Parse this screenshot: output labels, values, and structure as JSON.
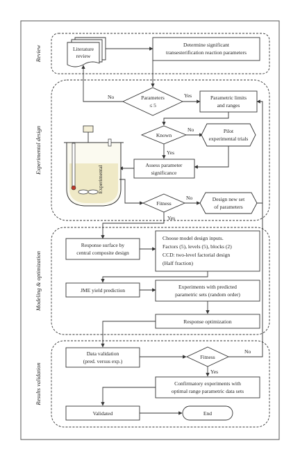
{
  "stages": {
    "review": "Review",
    "experimental_design": "Experimental design",
    "modeling": "Modeling & optimization",
    "validation": "Results validation"
  },
  "nodes": {
    "literature_line1": "Literature",
    "literature_line2": "review",
    "determine_line1": "Determine significant",
    "determine_line2": "transesterification reaction parameters",
    "params_line1": "Parameters",
    "params_line2": "≤ 5",
    "limits_line1": "Parametric limits",
    "limits_line2": "and ranges",
    "known": "Known",
    "pilot_line1": "Pilot",
    "pilot_line2": "experimental trials",
    "assess_line1": "Assess parameter",
    "assess_line2": "significance",
    "experimental": "Experimental",
    "fitness1": "Fitness",
    "new_set_line1": "Design new set",
    "new_set_line2": "of parameters",
    "response_surface_line1": "Response surface by",
    "response_surface_line2": "central composite design",
    "model_inputs_line1": "Choose model design inputs.",
    "model_inputs_line2": "Factors (5), levels (5), blocks (2)",
    "model_inputs_line3": "CCD: two-level factorial design",
    "model_inputs_line4": "(Half fraction)",
    "jme": "JME yield prediction",
    "experiments_line1": "Experiments with predicted",
    "experiments_line2": "parametric sets (random order)",
    "optimization": "Response optimization",
    "data_validation_line1": "Data validation",
    "data_validation_line2": "(pred. versus exp.)",
    "fitness2": "Fitness",
    "confirmatory_line1": "Confirmatory experiments with",
    "confirmatory_line2": "optimal range parametric data sets",
    "validated": "Validated",
    "end": "End"
  },
  "edge_labels": {
    "params_no": "No",
    "params_yes": "Yes",
    "known_no": "No",
    "known_yes": "Yes",
    "fitness1_no": "No",
    "fitness1_yes": "Yes",
    "fitness2_no": "No",
    "fitness2_yes": "Yes"
  }
}
